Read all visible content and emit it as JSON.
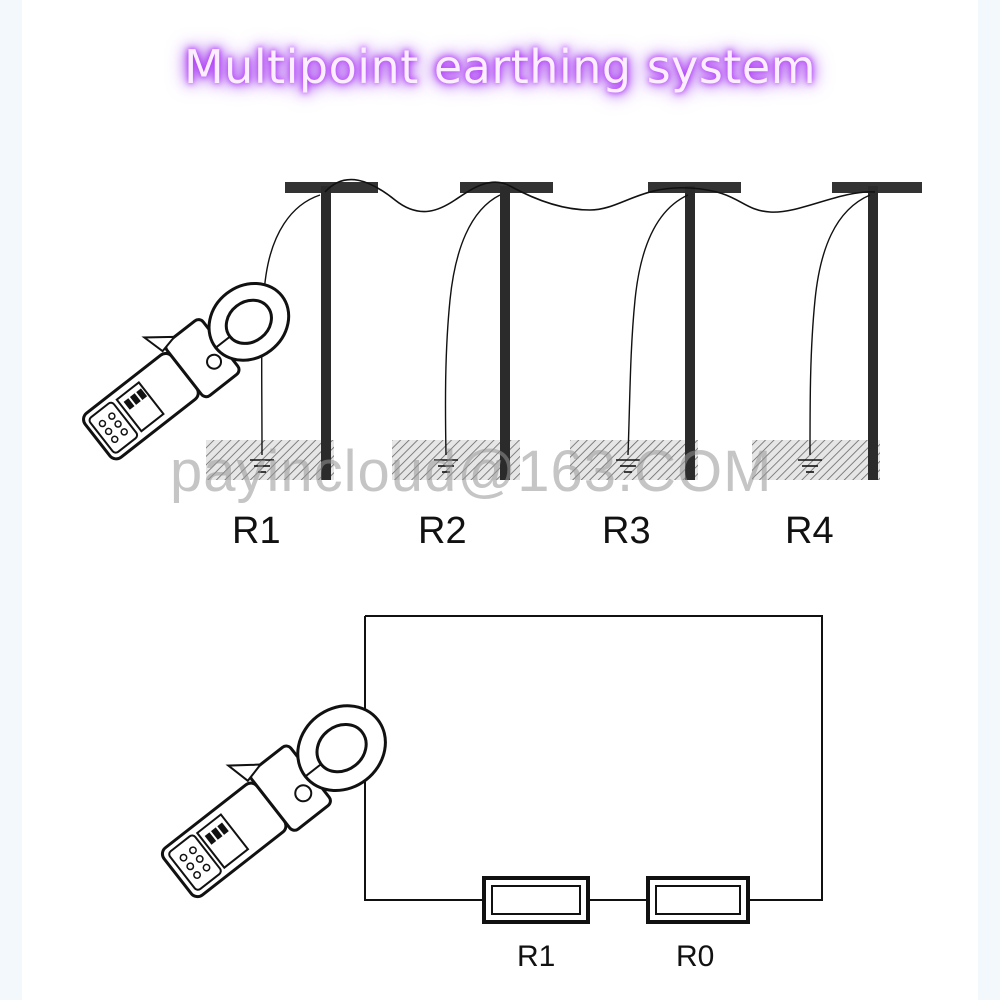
{
  "title": "Multipoint earthing system",
  "top_diagram": {
    "electrode_labels": [
      "R1",
      "R2",
      "R3",
      "R4"
    ]
  },
  "bottom_diagram": {
    "resistor_labels": [
      "R1",
      "R0"
    ]
  },
  "watermark": "payincloud@163.COM",
  "colors": {
    "title_glow": "#a020f0",
    "line": "#111111"
  }
}
